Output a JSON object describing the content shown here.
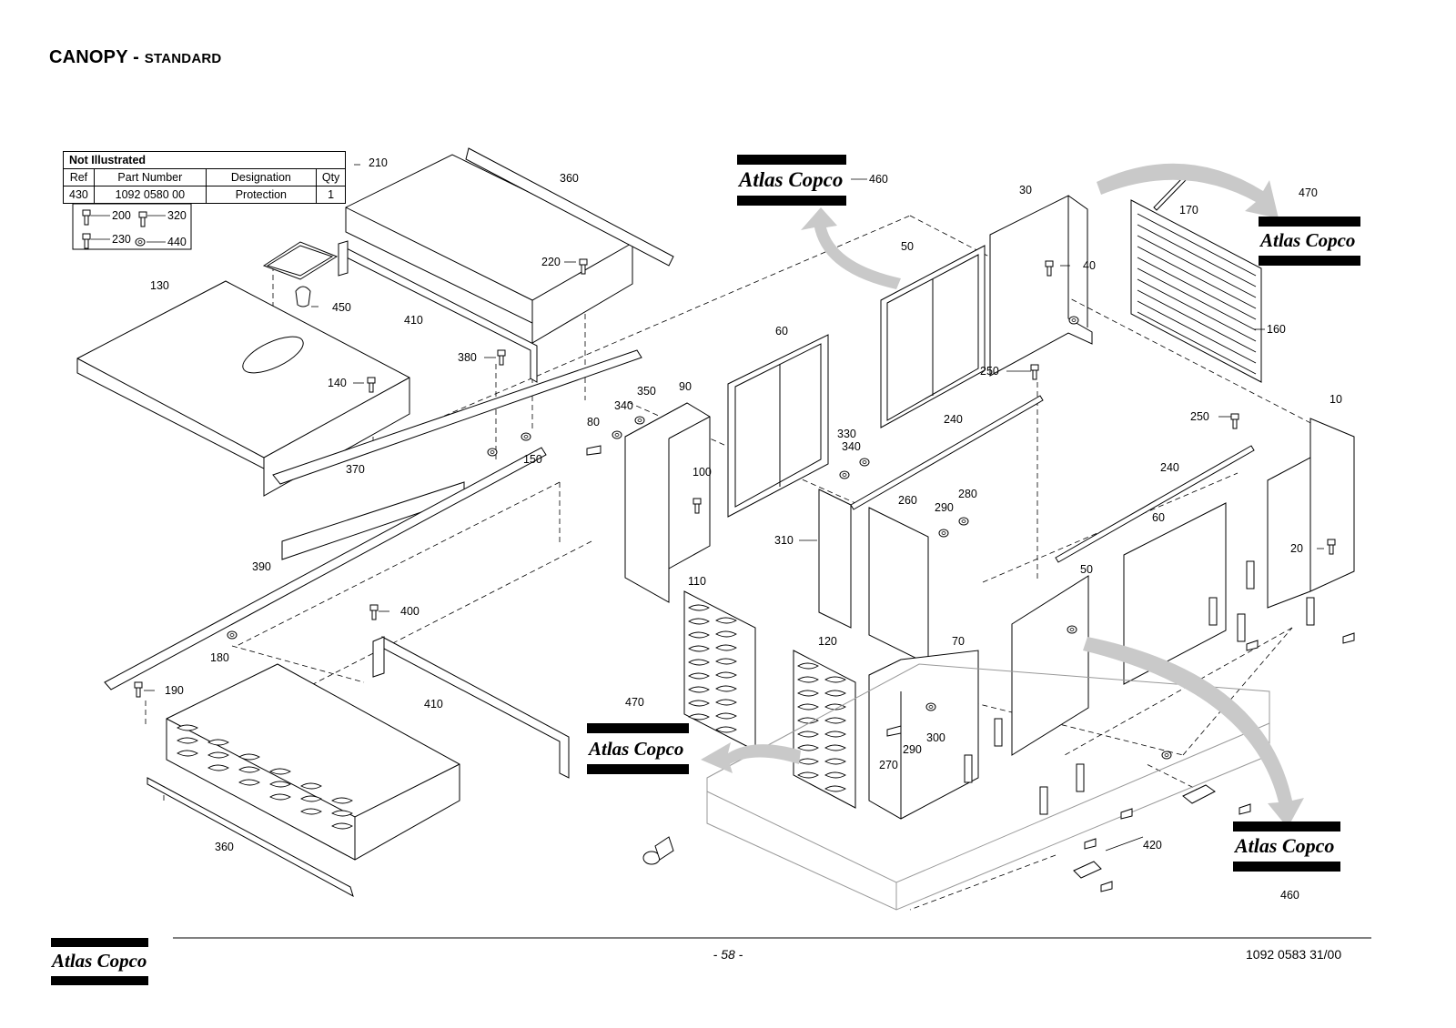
{
  "page": {
    "title_main": "CANOPY",
    "title_sep": " - ",
    "title_sub": "STANDARD",
    "page_number": "- 58 -",
    "doc_number": "1092 0583 31/00"
  },
  "brand": {
    "name": "Atlas Copco",
    "color": "#000000"
  },
  "not_illustrated": {
    "heading": "Not Illustrated",
    "columns": [
      "Ref",
      "Part Number",
      "Designation",
      "Qty"
    ],
    "rows": [
      {
        "ref": "430",
        "part_number": "1092 0580 00",
        "designation": "Protection",
        "qty": "1"
      }
    ]
  },
  "legend_refs": [
    "200",
    "320",
    "230",
    "440"
  ],
  "callouts": [
    "210",
    "360",
    "220",
    "450",
    "130",
    "410",
    "380",
    "140",
    "150",
    "370",
    "390",
    "400",
    "180",
    "190",
    "410",
    "360",
    "460",
    "50",
    "30",
    "170",
    "470",
    "40",
    "160",
    "60",
    "250",
    "90",
    "350",
    "340",
    "80",
    "100",
    "330",
    "340",
    "240",
    "260",
    "280",
    "290",
    "310",
    "250",
    "10",
    "240",
    "60",
    "20",
    "50",
    "110",
    "120",
    "70",
    "470",
    "300",
    "290",
    "270",
    "420",
    "460"
  ]
}
